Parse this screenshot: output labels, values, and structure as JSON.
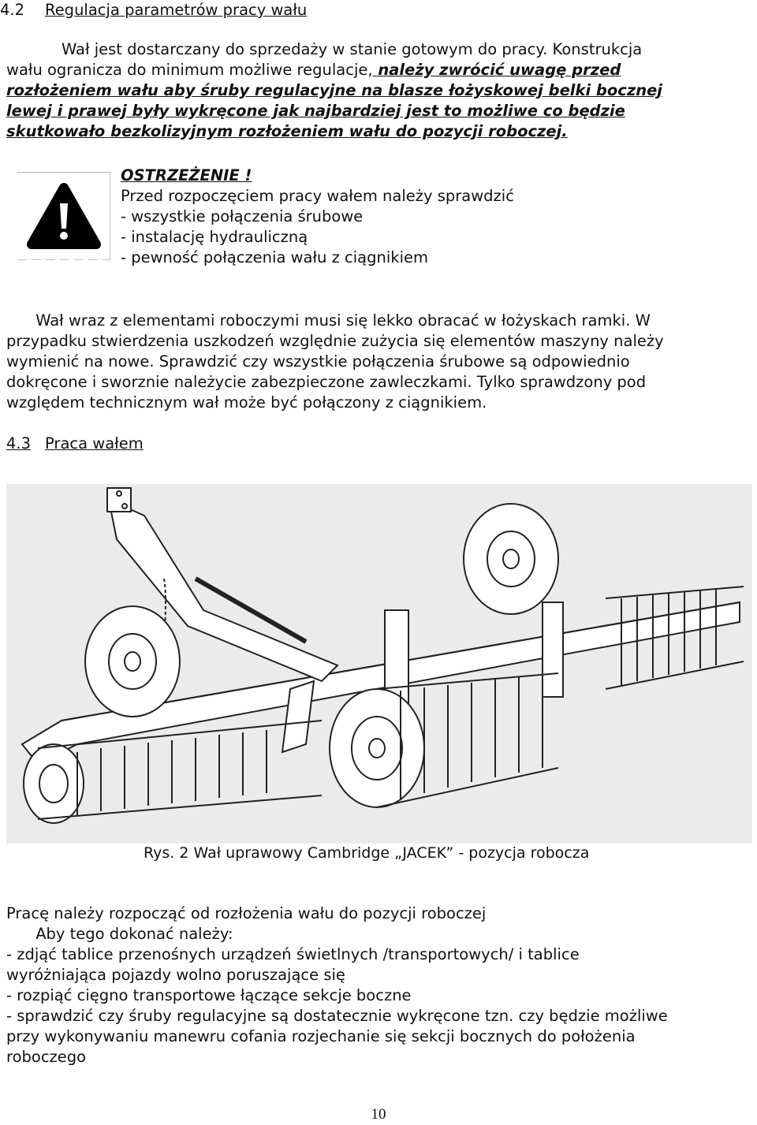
{
  "section_42": {
    "number": "4.2",
    "title": "Regulacja parametrów pracy wału"
  },
  "para1": {
    "l1": "Wał jest dostarczany do sprzedaży w stanie gotowym do pracy. Konstrukcja",
    "l2_plain": "wału ogranicza do minimum możliwe regulacje,",
    "l2_emph": " należy zwrócić uwagę przed ",
    "l3": "rozłożeniem wału aby śruby regulacyjne na blasze łożyskowej belki bocznej ",
    "l4": "lewej i prawej były wykręcone jak najbardziej jest to możliwe co będzie ",
    "l5": "skutkowało bezkolizyjnym rozłożeniem wału do pozycji roboczej."
  },
  "warning": {
    "title": "OSTRZEŻENIE !",
    "lines": [
      "Przed rozpoczęciem pracy wałem należy sprawdzić",
      "- wszystkie połączenia śrubowe",
      "- instalację hydrauliczną",
      "- pewność połączenia wału z ciągnikiem"
    ]
  },
  "para2": {
    "lines": [
      "      Wał wraz z elementami roboczymi musi się lekko obracać w łożyskach ramki. W",
      "przypadku stwierdzenia uszkodzeń względnie zużycia się elementów maszyny należy",
      "wymienić na nowe. Sprawdzić czy wszystkie połączenia śrubowe są odpowiednio",
      "dokręcone i sworznie należycie zabezpieczone zawleczkami. Tylko sprawdzony pod",
      "względem technicznym wał może być połączony z ciągnikiem."
    ]
  },
  "section_43": {
    "number": "4.3",
    "title": "Praca wałem"
  },
  "figure": {
    "caption": "Rys. 2 Wał uprawowy Cambridge „JACEK” - pozycja robocza"
  },
  "para3": {
    "lines": [
      "Pracę należy rozpocząć od rozłożenia wału do pozycji roboczej",
      "      Aby tego dokonać należy:",
      "- zdjąć tablice przenośnych urządzeń świetlnych /transportowych/ i tablice",
      "wyróżniająca pojazdy wolno poruszające się",
      "- rozpiąć cięgno transportowe łączące sekcje boczne",
      "- sprawdzić czy śruby regulacyjne są dostatecznie wykręcone tzn. czy będzie możliwe",
      "przy wykonywaniu manewru cofania rozjechanie się sekcji bocznych do położenia",
      "roboczego"
    ]
  },
  "page_number": "10"
}
